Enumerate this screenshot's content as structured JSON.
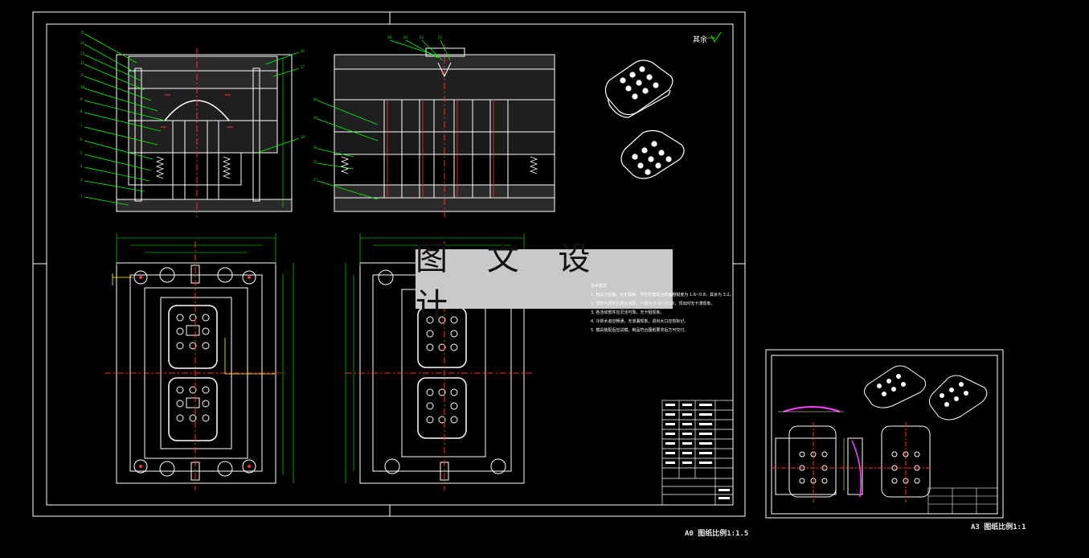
{
  "overlay_text": "图 文 设 计",
  "main_sheet": {
    "scale_caption": "A0 图纸比例1:1.5",
    "roughness_label": "其余",
    "tech_notes": [
      "技术要求",
      "1. 模具分型面、动定模板、导柱导套配合表面粗糙度为 1.6~0.8，其余为 3.2。",
      "2. 顶杆与顶杆孔配合间隙，一般为 0.02~0.05，顶出时无卡滞现象。",
      "3. 各活动部件应灵活可靠，无卡阻现象。",
      "4. 冷却水道应畅通，无渗漏现象，进出水口应有标记。",
      "5. 模具装配后应试模，制品符合图纸要求后方可交付。"
    ]
  },
  "small_sheet": {
    "scale_caption": "A3 图纸比例1:1"
  },
  "colors": {
    "background": "#000000",
    "frame": "#ffffff",
    "leader": "#00ff00",
    "centerline": "#ff3030",
    "part": "#ffffff",
    "hatch": "#b0b0b0",
    "highlight": "#ff40ff",
    "dimension": "#ffff00"
  }
}
